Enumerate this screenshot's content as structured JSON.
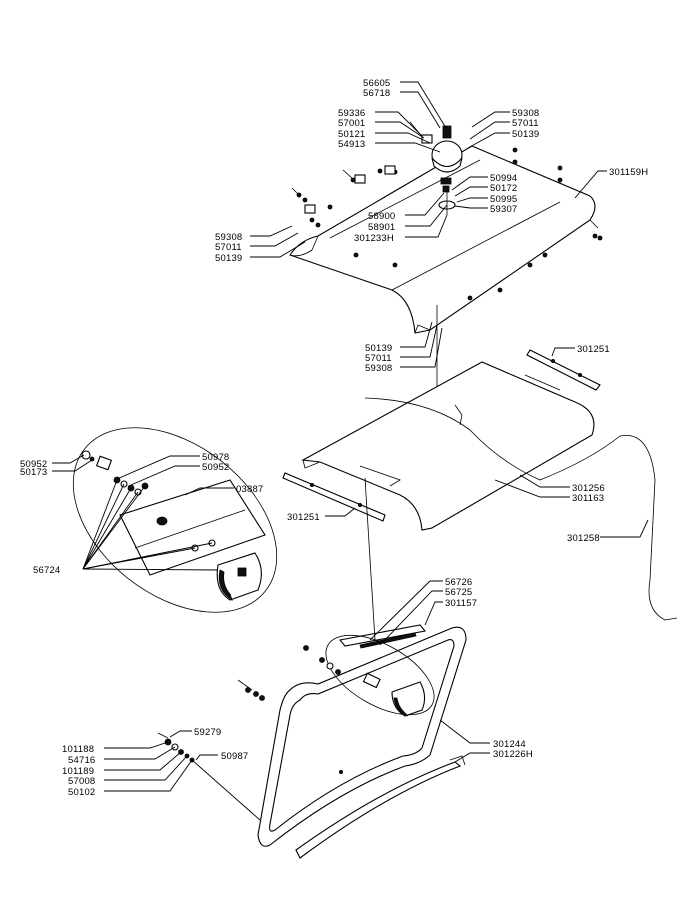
{
  "labels": {
    "p56605": "56605",
    "p56718": "56718",
    "p59336": "59336",
    "p57001": "57001",
    "p50121": "50121",
    "p54913": "54913",
    "p59308_tr": "59308",
    "p57011_tr": "57011",
    "p50139_tr": "50139",
    "p301159H": "301159H",
    "p50994": "50994",
    "p50172": "50172",
    "p50995": "50995",
    "p59307": "59307",
    "p58900": "58900",
    "p58901": "58901",
    "p301233H": "301233H",
    "p59308_l": "59308",
    "p57011_l": "57011",
    "p50139_l": "50139",
    "p50139_b": "50139",
    "p57011_b": "57011",
    "p59308_b": "59308",
    "p301251_tr": "301251",
    "p50952_a": "50952",
    "p50173": "50173",
    "p50978": "50978",
    "p50952_b": "50952",
    "p03887": "03887",
    "p301256": "301256",
    "p301163": "301163",
    "p301251_l": "301251",
    "p301258": "301258",
    "p56724": "56724",
    "p56726": "56726",
    "p56725": "56725",
    "p301157": "301157",
    "p59279": "59279",
    "p101188": "101188",
    "p54716": "54716",
    "p101189": "101189",
    "p57008": "57008",
    "p50102": "50102",
    "p50987": "50987",
    "p301244": "301244",
    "p301226H": "301226H"
  }
}
